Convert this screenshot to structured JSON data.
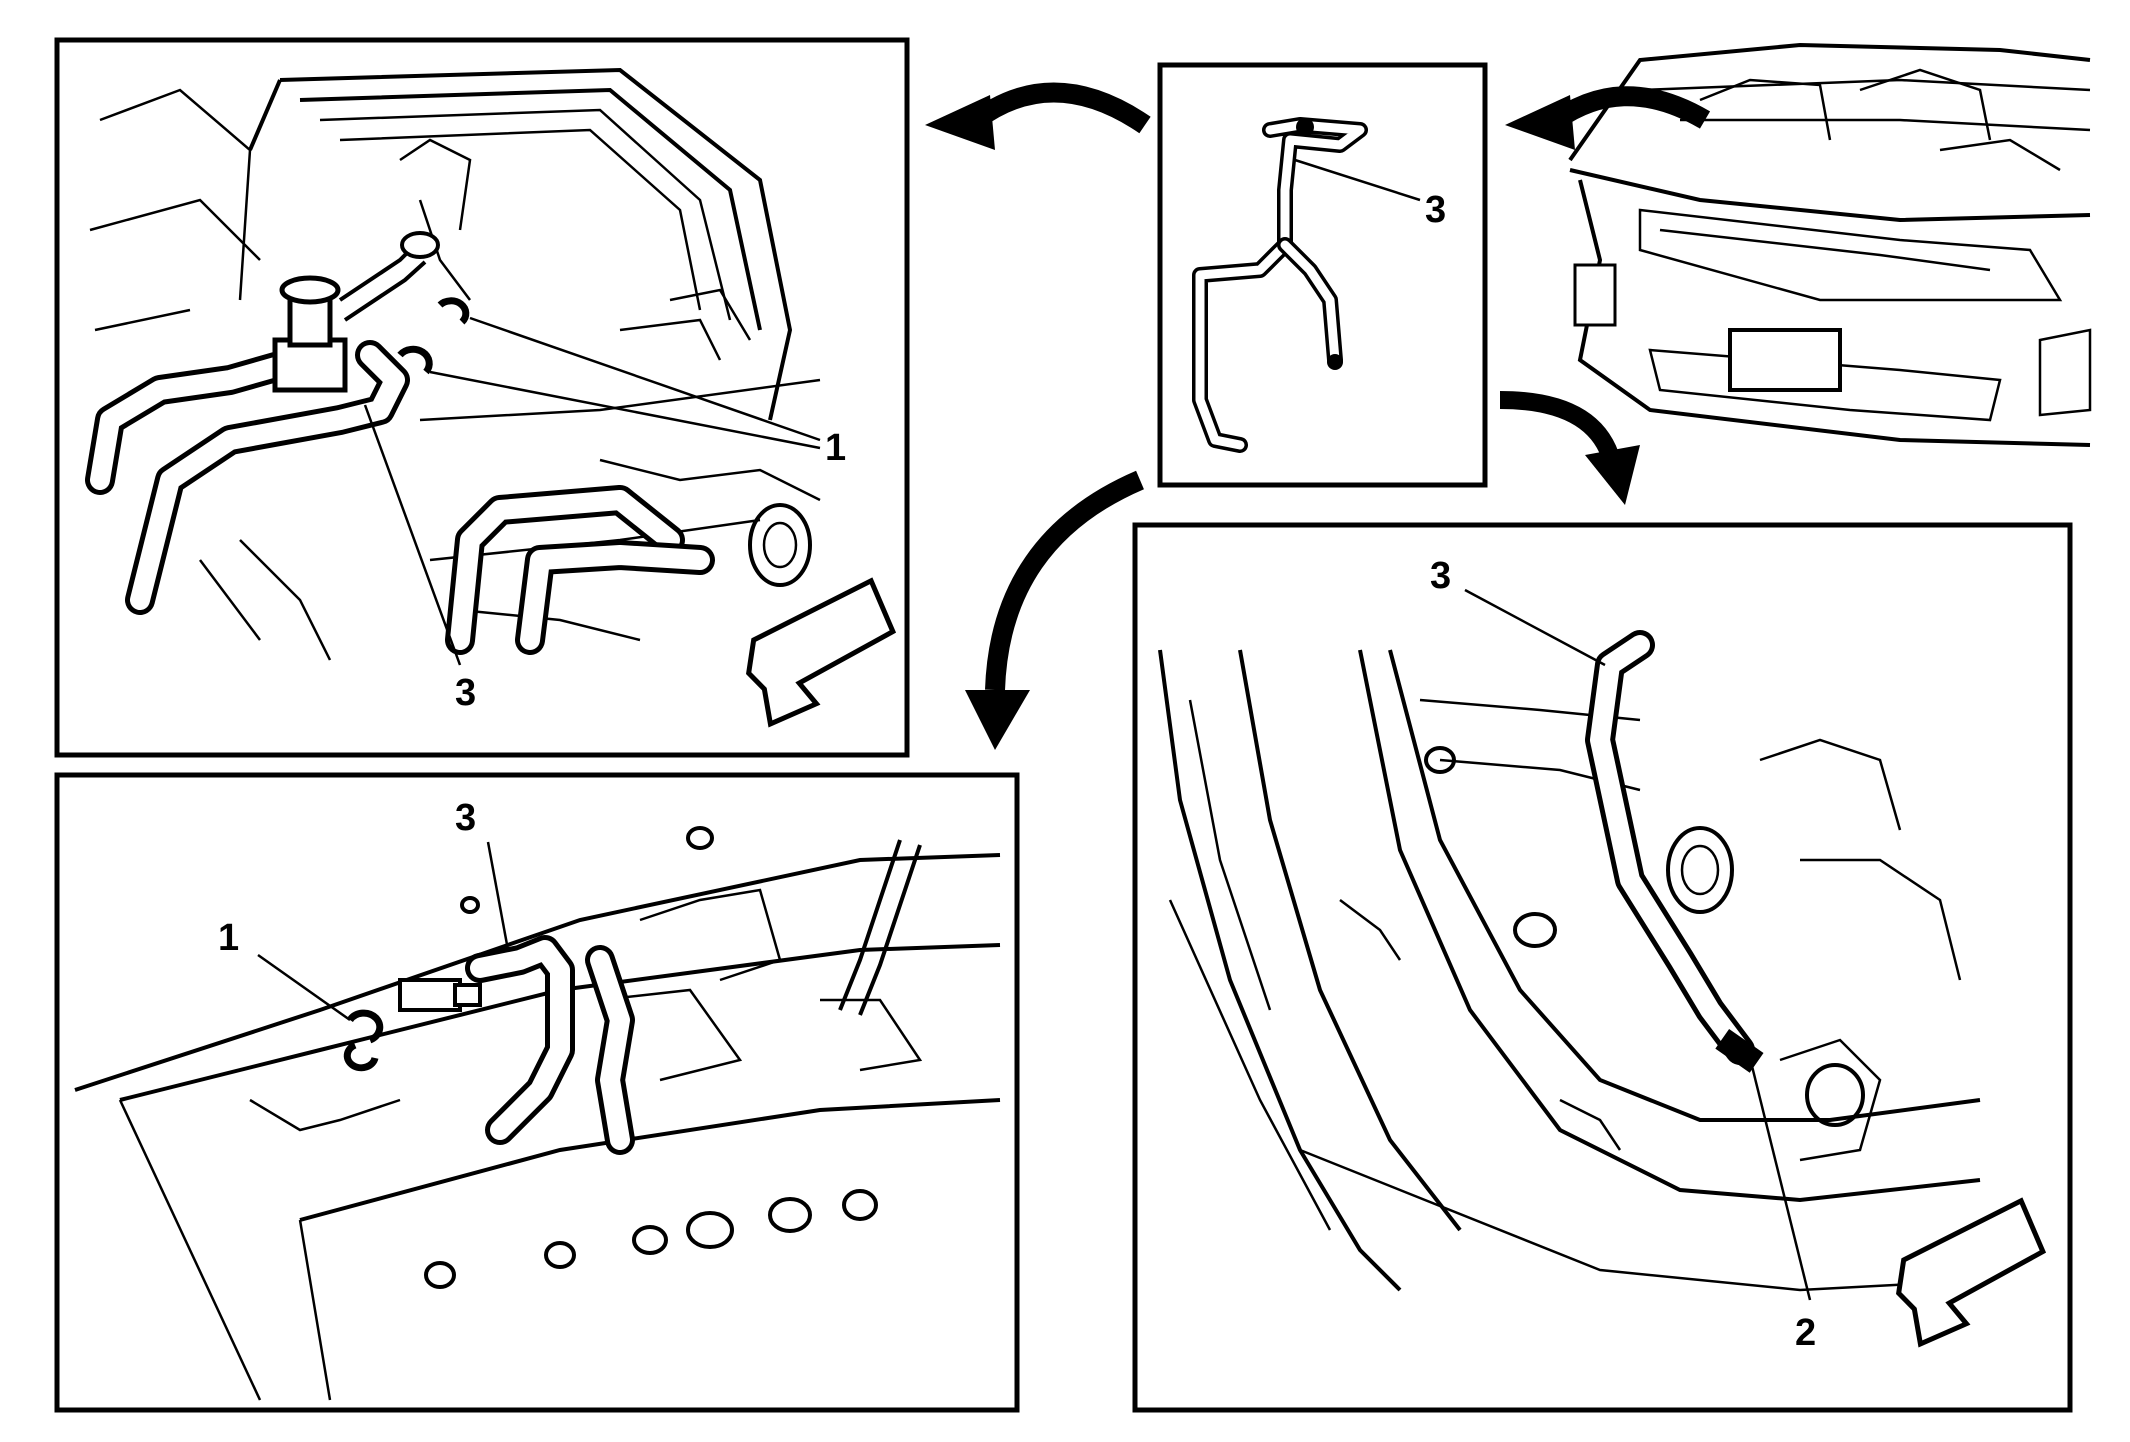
{
  "callouts": {
    "top_left_hose": "3",
    "top_left_clamp": "1",
    "detail_hose": "3",
    "bottom_left_hose": "3",
    "bottom_left_clamp": "1",
    "bottom_right_hose": "3",
    "bottom_right_clamp": "2"
  },
  "colors": {
    "ink": "#000000",
    "paper": "#ffffff"
  }
}
